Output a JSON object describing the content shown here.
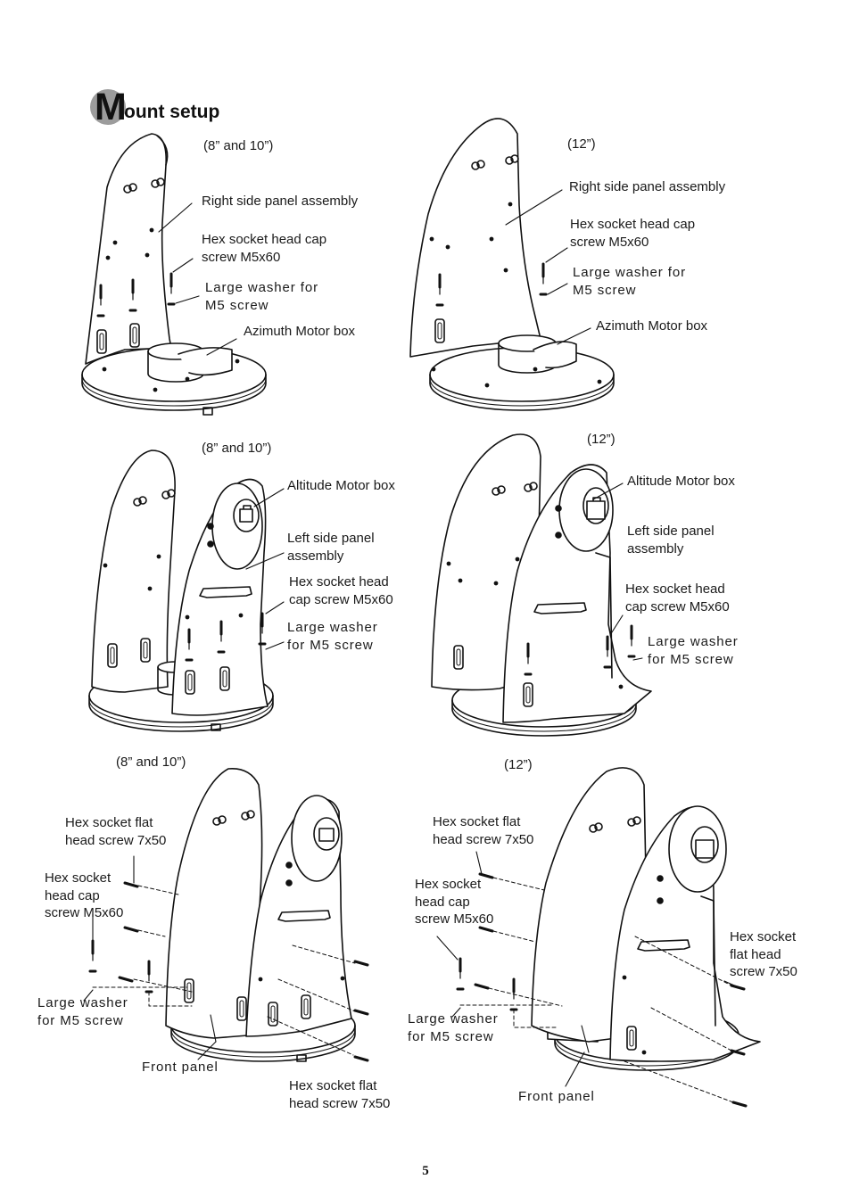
{
  "section": {
    "title_initial": "M",
    "title_rest": "ount setup"
  },
  "page_number": "5",
  "panels": [
    {
      "size": "(8” and 10”)",
      "labels": [
        "Right side panel assembly",
        "Hex socket head cap\nscrew M5x60",
        "Large washer for\nM5 screw",
        "Azimuth Motor box"
      ]
    },
    {
      "size": "(12”)",
      "labels": [
        "Right side panel assembly",
        "Hex socket head cap\nscrew M5x60",
        "Large washer for\nM5 screw",
        "Azimuth Motor box"
      ]
    },
    {
      "size": "(8” and 10”)",
      "labels": [
        "Altitude Motor box",
        "Left side panel\nassembly",
        "Hex socket head\ncap screw M5x60",
        "Large washer\nfor M5 screw"
      ]
    },
    {
      "size": "(12”)",
      "labels": [
        "Altitude Motor box",
        "Left side panel\nassembly",
        "Hex socket head\ncap screw M5x60",
        "Large washer\nfor M5 screw"
      ]
    },
    {
      "size": "(8” and 10”)",
      "labels": [
        "Hex socket flat\nhead screw 7x50",
        "Hex socket\nhead cap\nscrew M5x60",
        "Large washer\nfor M5 screw",
        "Front panel",
        "Hex socket flat\nhead screw 7x50"
      ]
    },
    {
      "size": "(12”)",
      "labels": [
        "Hex socket flat\nhead screw 7x50",
        "Hex socket\nhead cap\nscrew M5x60",
        "Large washer\nfor M5 screw",
        "Front panel",
        "Hex socket\nflat head\nscrew 7x50"
      ]
    }
  ]
}
